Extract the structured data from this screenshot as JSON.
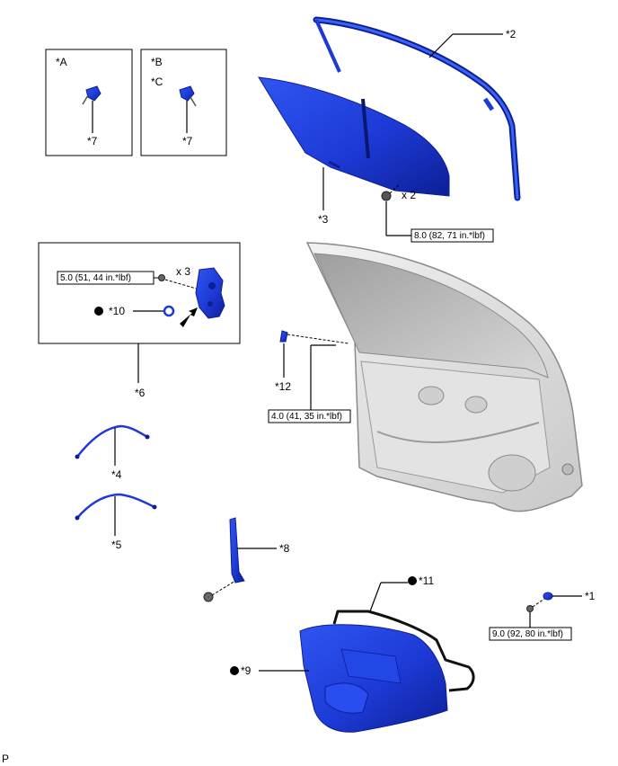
{
  "colors": {
    "part_blue": "#1d3ad6",
    "part_blue_dark": "#0d1f96",
    "line": "#000000",
    "door_gray": "#d6d6d6"
  },
  "inset_a": {
    "label": "*A",
    "part": "*7"
  },
  "inset_bc": {
    "label_b": "*B",
    "label_c": "*C",
    "part": "*7"
  },
  "callouts": {
    "c1": "*1",
    "c2": "*2",
    "c3": "*3",
    "c4": "*4",
    "c5": "*5",
    "c6": "*6",
    "c8": "*8",
    "c9": "*9",
    "c10": "*10",
    "c11": "*11",
    "c12": "*12"
  },
  "quantities": {
    "q_glass_bolt": "x 2",
    "q_regulator_bolt": "x 3"
  },
  "torques": {
    "t_glass": "8.0 (82, 71 in.*lbf)",
    "t_regulator": "5.0 (51, 44 in.*lbf)",
    "t_door": "4.0 (41, 35 in.*lbf)",
    "t_part1": "9.0 (92, 80 in.*lbf)"
  },
  "page_code": "P"
}
